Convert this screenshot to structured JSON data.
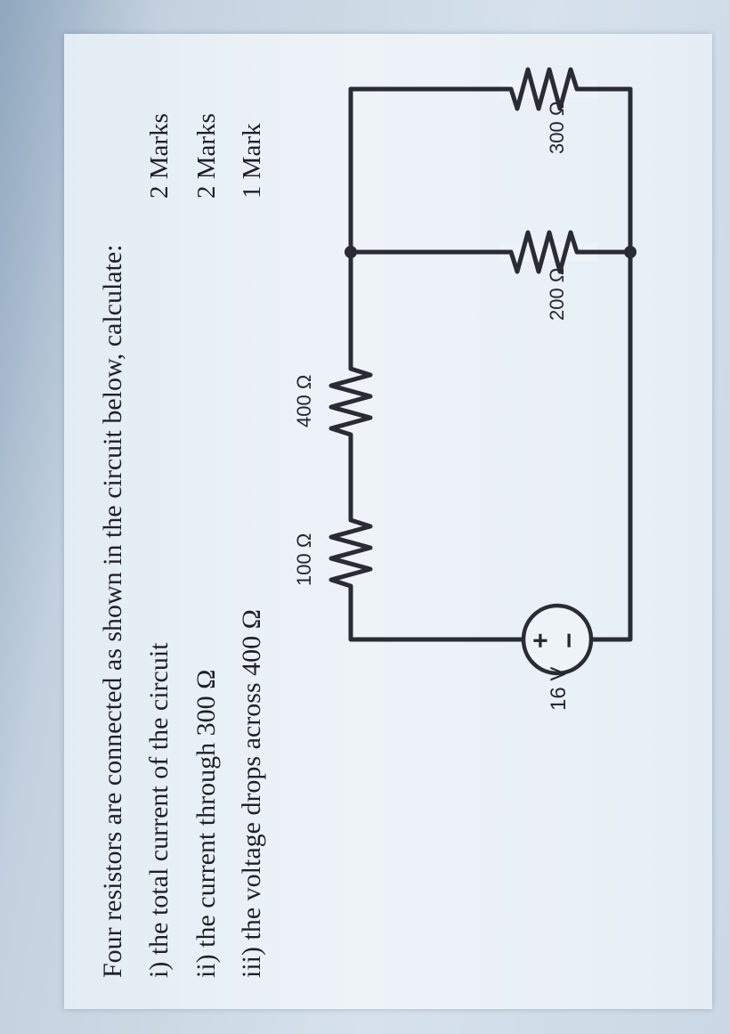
{
  "question": {
    "intro": "Four resistors are connected as shown in the circuit below, calculate:",
    "items": [
      {
        "label": "i) the total current of the circuit",
        "marks": "2 Marks"
      },
      {
        "label": "ii) the current through 300 Ω",
        "marks": "2 Marks"
      },
      {
        "label": "iii) the voltage drops across 400 Ω",
        "marks": "1 Mark"
      }
    ]
  },
  "circuit": {
    "source_label": "16 V",
    "source_plus": "+",
    "source_minus": "−",
    "resistors": {
      "r1": "100 Ω",
      "r2": "400 Ω",
      "r3": "200 Ω",
      "r4": "300 Ω"
    }
  },
  "colors": {
    "ink": "#1e2026",
    "wire": "#2a2c33",
    "paper": "#eef3f8"
  }
}
